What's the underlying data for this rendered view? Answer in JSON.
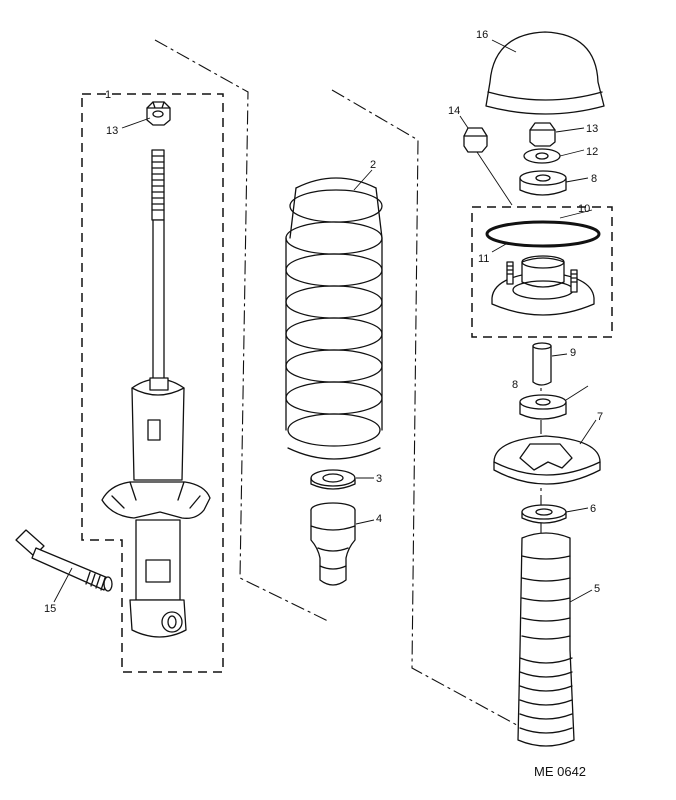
{
  "drawing_ref": "ME 0642",
  "callouts": {
    "c1": "1",
    "c2": "2",
    "c3": "3",
    "c4": "4",
    "c5": "5",
    "c6": "6",
    "c7": "7",
    "c8a": "8",
    "c8b": "8",
    "c9": "9",
    "c10": "10",
    "c11": "11",
    "c12": "12",
    "c13a": "13",
    "c13b": "13",
    "c14": "14",
    "c15": "15",
    "c16": "16"
  }
}
